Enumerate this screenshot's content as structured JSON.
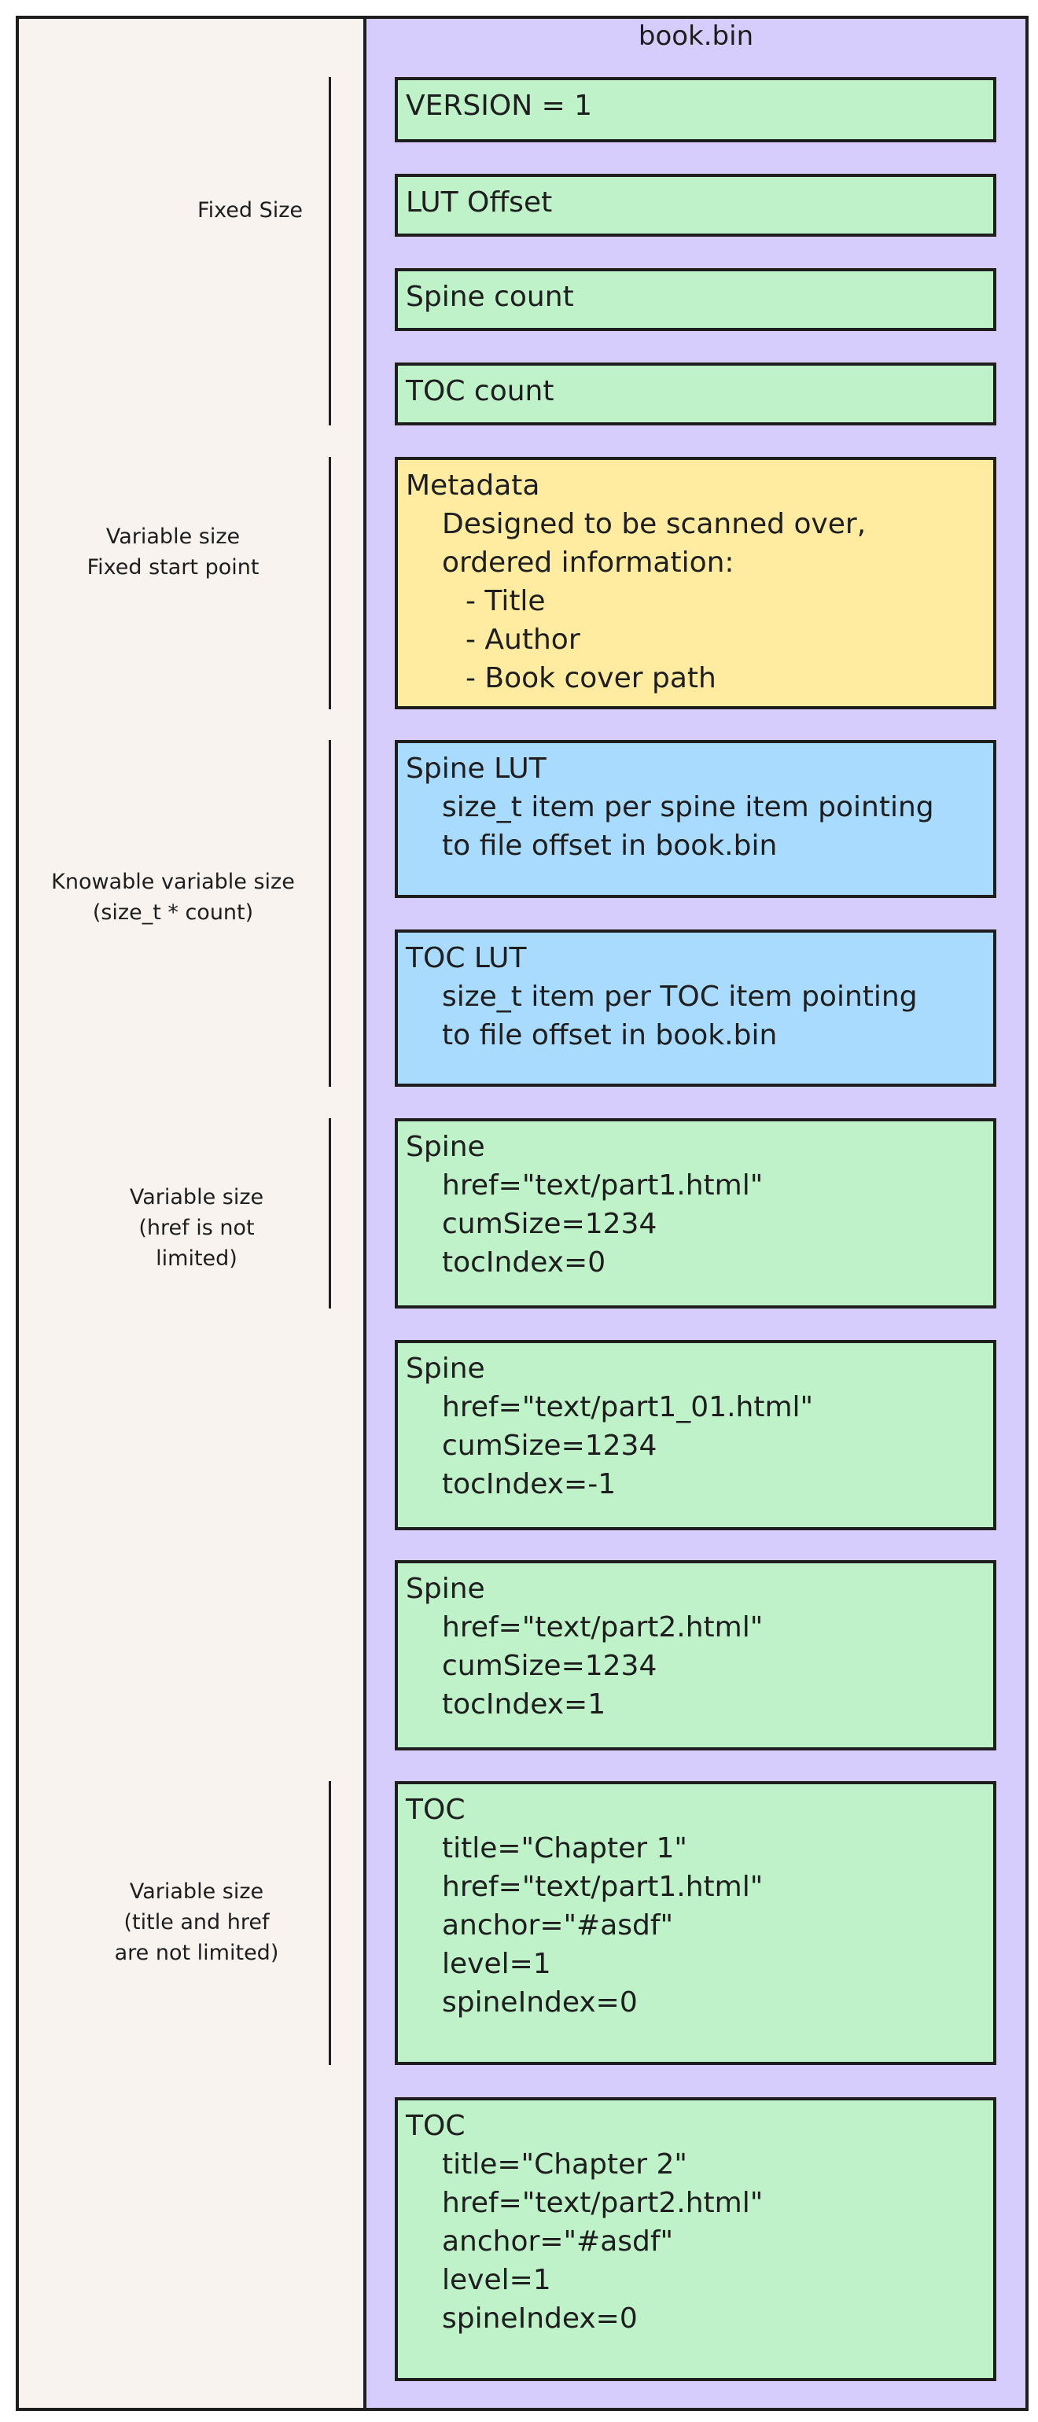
{
  "file": {
    "title": "book.bin"
  },
  "labels": [
    {
      "lines": [
        "Fixed Size"
      ]
    },
    {
      "lines": [
        "Variable size",
        "Fixed start point"
      ]
    },
    {
      "lines": [
        "Knowable variable size",
        "(size_t * count)"
      ]
    },
    {
      "lines": [
        "Variable size",
        "(href is not",
        "limited)"
      ]
    },
    {
      "lines": [
        "Variable size",
        "(title and href",
        "are not limited)"
      ]
    }
  ],
  "blocks": [
    {
      "title": "VERSION = 1",
      "color": "#bff2c9"
    },
    {
      "title": "LUT Offset",
      "color": "#bff2c9"
    },
    {
      "title": "Spine count",
      "color": "#bff2c9"
    },
    {
      "title": "TOC count",
      "color": "#bff2c9"
    },
    {
      "title": "Metadata",
      "color": "#ffeca0",
      "lines": [
        "Designed to be scanned over,",
        "ordered information:",
        "- Title",
        "- Author",
        "- Book cover path"
      ]
    },
    {
      "title": "Spine LUT",
      "color": "#a9dbff",
      "lines": [
        "size_t item per spine item pointing",
        "to file offset in book.bin"
      ]
    },
    {
      "title": "TOC LUT",
      "color": "#a9dbff",
      "lines": [
        "size_t item per TOC item pointing",
        "to file offset in book.bin"
      ]
    },
    {
      "title": "Spine",
      "color": "#bff2c9",
      "lines": [
        "href=\"text/part1.html\"",
        "cumSize=1234",
        "tocIndex=0"
      ]
    },
    {
      "title": "Spine",
      "color": "#bff2c9",
      "lines": [
        "href=\"text/part1_01.html\"",
        "cumSize=1234",
        "tocIndex=-1"
      ]
    },
    {
      "title": "Spine",
      "color": "#bff2c9",
      "lines": [
        "href=\"text/part2.html\"",
        "cumSize=1234",
        "tocIndex=1"
      ]
    },
    {
      "title": "TOC",
      "color": "#bff2c9",
      "lines": [
        "title=\"Chapter 1\"",
        "href=\"text/part1.html\"",
        "anchor=\"#asdf\"",
        "level=1",
        "spineIndex=0"
      ]
    },
    {
      "title": "TOC",
      "color": "#bff2c9",
      "lines": [
        "title=\"Chapter 2\"",
        "href=\"text/part2.html\"",
        "anchor=\"#asdf\"",
        "level=1",
        "spineIndex=0"
      ]
    }
  ]
}
